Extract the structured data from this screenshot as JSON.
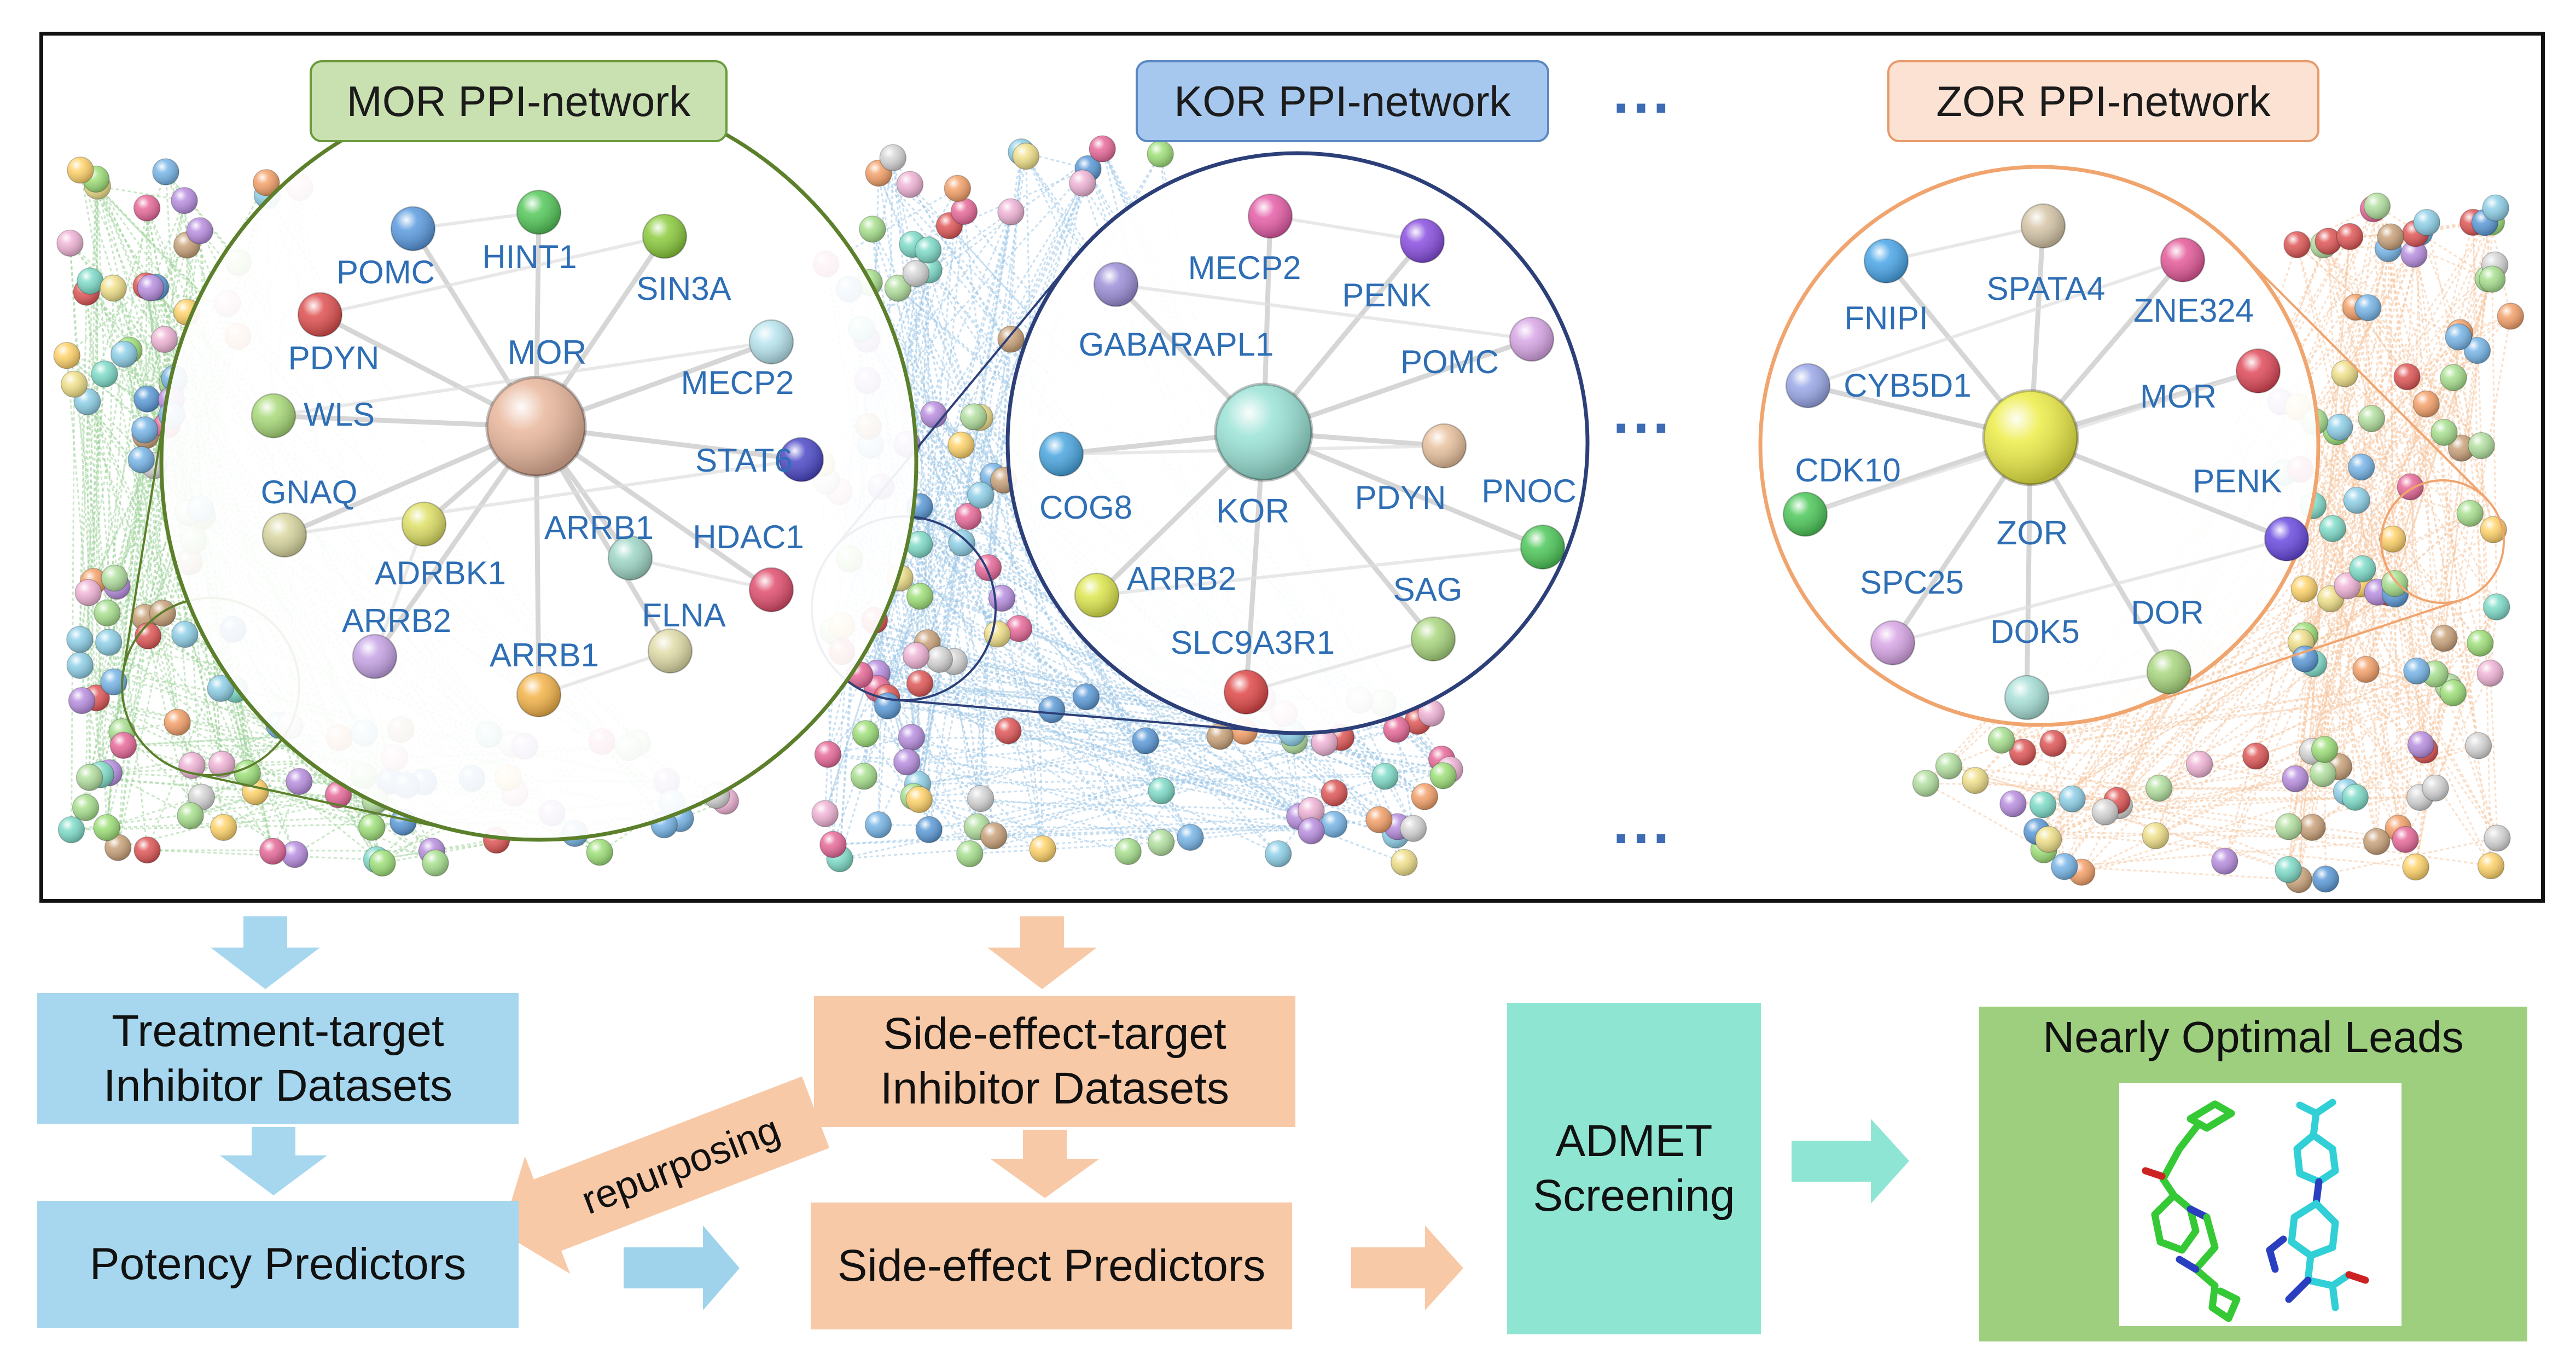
{
  "networks": {
    "mor": {
      "title": "MOR PPI-network",
      "center": "MOR",
      "nodes": [
        "POMC",
        "HINT1",
        "SIN3A",
        "PDYN",
        "MECP2",
        "WLS",
        "STAT6",
        "GNAQ",
        "HDAC1",
        "ARRB1",
        "ADRBK1",
        "ARRB2",
        "FLNA",
        "ARRB1"
      ],
      "colors": {
        "pill_bg": "#c9e1b0",
        "pill_border": "#6a9a3c",
        "circle": "#5b7f2a",
        "edges": "#9ed39a"
      }
    },
    "kor": {
      "title": "KOR PPI-network",
      "center": "KOR",
      "nodes": [
        "MECP2",
        "PENK",
        "GABARAPL1",
        "POMC",
        "COG8",
        "PDYN",
        "PNOC",
        "ARRB2",
        "SAG",
        "SLC9A3R1"
      ],
      "colors": {
        "pill_bg": "#a7c8ee",
        "pill_border": "#5a88c2",
        "circle": "#2c3f78",
        "edges": "#9cc7e6"
      }
    },
    "zor": {
      "title": "ZOR PPI-network",
      "center": "ZOR",
      "nodes": [
        "FNIPI",
        "SPATA4",
        "ZNE324",
        "CYB5D1",
        "MOR",
        "CDK10",
        "PENK",
        "SPC25",
        "DOK5",
        "DOR"
      ],
      "colors": {
        "pill_bg": "#fbe2d2",
        "pill_border": "#e89a6b",
        "circle": "#f0a46e",
        "edges": "#f6c6a0"
      }
    },
    "ellipsis": "..."
  },
  "pipeline": {
    "treatment_datasets": "Treatment-target\nInhibitor Datasets",
    "potency_predictors": "Potency Predictors",
    "side_effect_datasets": "Side-effect-target\nInhibitor Datasets",
    "side_effect_predictors": "Side-effect Predictors",
    "repurposing": "repurposing",
    "admet": "ADMET\nScreening",
    "leads_title": "Nearly Optimal Leads",
    "colors": {
      "blue": "#a6d7ee",
      "orange": "#f8c9a7",
      "teal": "#8ee6d2",
      "green": "#9ecf7e",
      "arrow_blue": "#9fd3ec",
      "arrow_orange": "#f8c9a7",
      "arrow_teal": "#8fe5d3"
    }
  }
}
